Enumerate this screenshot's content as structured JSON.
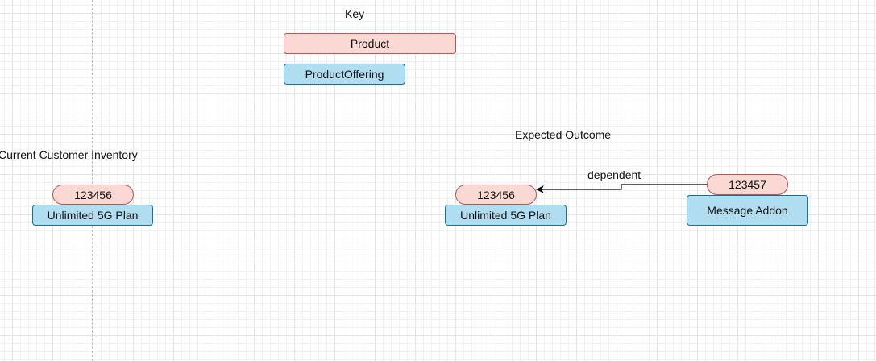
{
  "key": {
    "title": "Key",
    "product_label": "Product",
    "offering_label": "ProductOffering"
  },
  "current_inventory": {
    "title": "Current Customer Inventory",
    "product_id": "123456",
    "offering_name": "Unlimited 5G Plan"
  },
  "expected_outcome": {
    "title": "Expected Outcome",
    "main": {
      "product_id": "123456",
      "offering_name": "Unlimited 5G Plan"
    },
    "addon": {
      "product_id": "123457",
      "offering_name": "Message Addon"
    },
    "edge_label": "dependent"
  },
  "colors": {
    "product_fill": "#fad9d5",
    "product_stroke": "#b85450",
    "offering_fill": "#b1ddf0",
    "offering_stroke": "#10739e"
  }
}
